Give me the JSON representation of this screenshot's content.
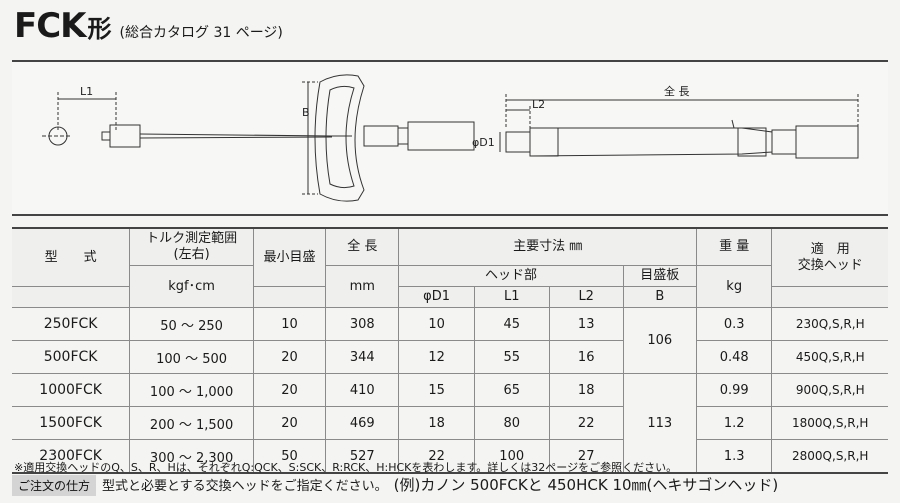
{
  "header": {
    "model": "FCK",
    "suffix": "形",
    "catalog_ref": "(総合カタログ 31 ページ)"
  },
  "drawing": {
    "left_labels": {
      "l1": "L1",
      "b": "B"
    },
    "right_labels": {
      "l2": "L2",
      "total": "全 長",
      "d1": "φD1"
    }
  },
  "table": {
    "headers": {
      "model": "型　　式",
      "torque_range": "トルク測定範囲",
      "torque_range_sub": "(左右)",
      "min_grad": "最小目盛",
      "total_length": "全 長",
      "main_dims": "主要寸法 ㎜",
      "head_part": "ヘッド部",
      "scale_plate": "目盛板",
      "weight": "重 量",
      "applicable": "適　用",
      "applicable_sub": "交換ヘッド",
      "unit_torque": "kgf･cm",
      "unit_length": "mm",
      "col_d1": "φD1",
      "col_l1": "L1",
      "col_l2": "L2",
      "col_b": "B",
      "unit_weight": "kg"
    },
    "rows": [
      {
        "model": "250FCK",
        "range": "50 ～ 250",
        "min": "10",
        "length": "308",
        "d1": "10",
        "l1": "45",
        "l2": "13",
        "weight": "0.3",
        "head": "230Q,S,R,H"
      },
      {
        "model": "500FCK",
        "range": "100 ～ 500",
        "min": "20",
        "length": "344",
        "d1": "12",
        "l1": "55",
        "l2": "16",
        "weight": "0.48",
        "head": "450Q,S,R,H"
      },
      {
        "model": "1000FCK",
        "range": "100 ～ 1,000",
        "min": "20",
        "length": "410",
        "d1": "15",
        "l1": "65",
        "l2": "18",
        "weight": "0.99",
        "head": "900Q,S,R,H"
      },
      {
        "model": "1500FCK",
        "range": "200 ～ 1,500",
        "min": "20",
        "length": "469",
        "d1": "18",
        "l1": "80",
        "l2": "22",
        "weight": "1.2",
        "head": "1800Q,S,R,H"
      },
      {
        "model": "2300FCK",
        "range": "300 ～ 2,300",
        "min": "50",
        "length": "527",
        "d1": "22",
        "l1": "100",
        "l2": "27",
        "weight": "1.3",
        "head": "2800Q,S,R,H"
      }
    ],
    "b_values": {
      "group1": "106",
      "group2": "113"
    }
  },
  "note": "※適用交換ヘッドのQ、S、R、Hは、それぞれQ:QCK、S:SCK、R:RCK、H:HCKを表わします。詳しくは32ページをご参照ください。",
  "order": {
    "label": "ご注文の仕方",
    "text": "型式と必要とする交換ヘッドをご指定ください。",
    "example": "(例)カノン 500FCKと 450HCK 10㎜(ヘキサゴンヘッド)"
  }
}
